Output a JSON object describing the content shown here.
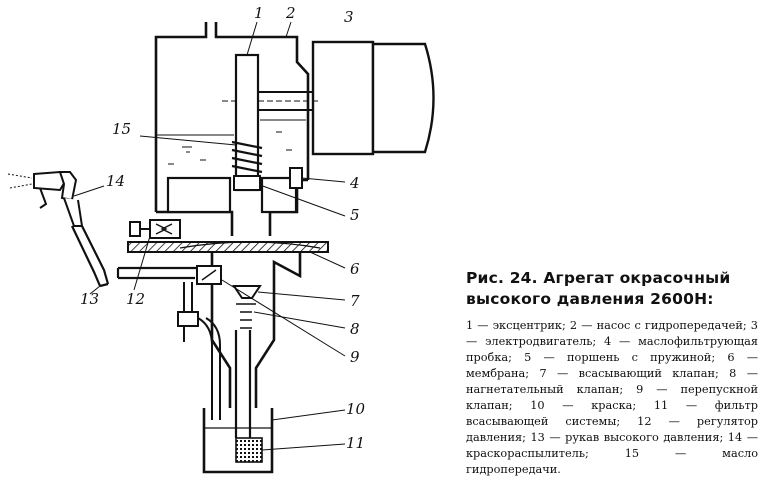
{
  "diagram": {
    "labels": {
      "n1": "1",
      "n2": "2",
      "n3": "3",
      "n4": "4",
      "n5": "5",
      "n6": "6",
      "n7": "7",
      "n8": "8",
      "n9": "9",
      "n10": "10",
      "n11": "11",
      "n12": "12",
      "n13": "13",
      "n14": "14",
      "n15": "15"
    }
  },
  "caption": {
    "title_line1": "Рис. 24. Агрегат окрасочный",
    "title_line2": "высокого давления 2600Н:",
    "legend": "1 — эксцентрик; 2 — насос с гидропередачей; 3 — электродвигатель; 4 — маслофильтрующая пробка; 5 — поршень с пружиной; 6 — мембрана; 7 — всасывающий клапан; 8 — нагнетательный клапан; 9 — перепускной клапан; 10 — краска; 11 — фильтр всасывающей системы; 12 — регулятор давления; 13 — рукав высокого давления; 14 — краскораспылитель; 15 — масло гидропередачи."
  }
}
